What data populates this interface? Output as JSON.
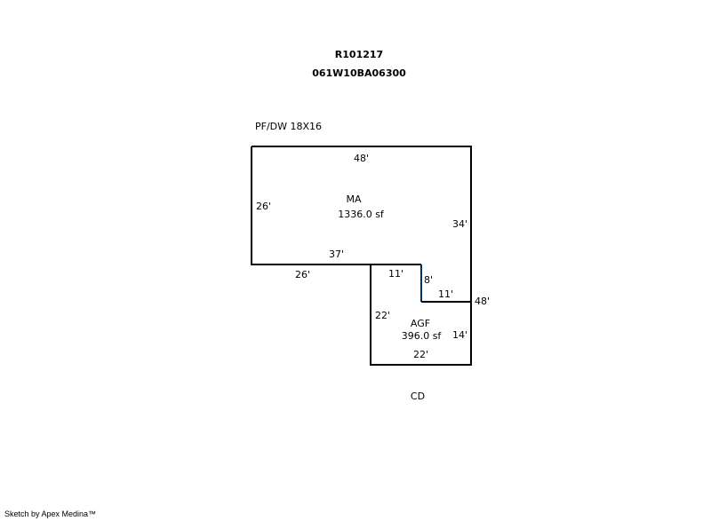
{
  "header": {
    "parcel_id": "R101217",
    "map_number": "061W10BA06300"
  },
  "note": "PF/DW 18X16",
  "areas": [
    {
      "code": "MA",
      "size": "1336.0 sf"
    },
    {
      "code": "AGF",
      "size": "396.0 sf"
    }
  ],
  "dimensions": {
    "ma_top": "48'",
    "ma_left": "26'",
    "ma_right": "34'",
    "ma_bottom_inner": "37'",
    "ma_bottom_left": "26'",
    "agf_top": "11'",
    "agf_notch_vertical": "8'",
    "agf_notch_horizontal": "11'",
    "outer_right": "48'",
    "agf_left": "22'",
    "agf_right": "14'",
    "agf_bottom": "22'"
  },
  "below_label": "CD",
  "footer": "Sketch by Apex Medina™",
  "colors": {
    "outline": "#000000",
    "notch_edge": "#003366",
    "background": "#ffffff"
  }
}
